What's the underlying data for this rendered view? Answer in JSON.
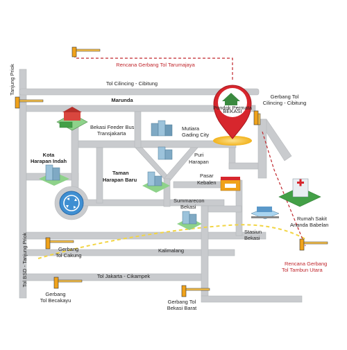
{
  "colors": {
    "road": "#c9cbce",
    "road_edge": "#b5b7ba",
    "toll_arrow": "#333333",
    "plan_line": "#c0262c",
    "new_road": "#f2d544",
    "pin": "#d7262d",
    "gate_post": "#f0a21a"
  },
  "labels": {
    "plan_tarumajaya": "Rencana Gerbang Tol Tarumajaya",
    "tanjung_priok": "Tanjung Priok",
    "tol_cilincing": "Tol Cilincing - Cibitung",
    "marunda": "Marunda",
    "gerbang_cilincing_1": "Gerbang Tol",
    "gerbang_cilincing_2": "Cilincing - Cibitung",
    "bekasi_feeder_1": "Bekasi Feeder Bus",
    "bekasi_feeder_2": "Transjakarta",
    "mutiara_1": "Mutiara",
    "mutiara_2": "Gading City",
    "kota_harapan_1": "Kota",
    "kota_harapan_2": "Harapan Indah",
    "puri_harapan_1": "Puri",
    "puri_harapan_2": "Harapan",
    "taman_harapan_1": "Taman",
    "taman_harapan_2": "Harapan Baru",
    "pasar_kebalen_1": "Pasar",
    "pasar_kebalen_2": "Kebalen",
    "summarecon_1": "Summarecon",
    "summarecon_2": "Bekasi",
    "rumah_sakit_1": "Rumah Sakit",
    "rumah_sakit_2": "Ananda Babelan",
    "stasiun_1": "Stasiun",
    "stasiun_2": "Bekasi",
    "tol_bsd": "Tol BSD - Tanjung Priok",
    "gerbang_cakung_1": "Gerbang",
    "gerbang_cakung_2": "Tol Cakung",
    "kalimalang": "Kalimalang",
    "plan_tambun_1": "Rencana Gerbang",
    "plan_tambun_2": "Tol Tambun Utara",
    "tol_jakarta_cikampek": "Tol Jakarta - Cikampek",
    "gerbang_becakayu_1": "Gerbang",
    "gerbang_becakayu_2": "Tol Becakayu",
    "gerbang_bekasi_barat_1": "Gerbang Tol",
    "gerbang_bekasi_barat_2": "Bekasi Barat",
    "logo_text_1": "Pondok Permata",
    "logo_text_2": "BEKASI"
  }
}
